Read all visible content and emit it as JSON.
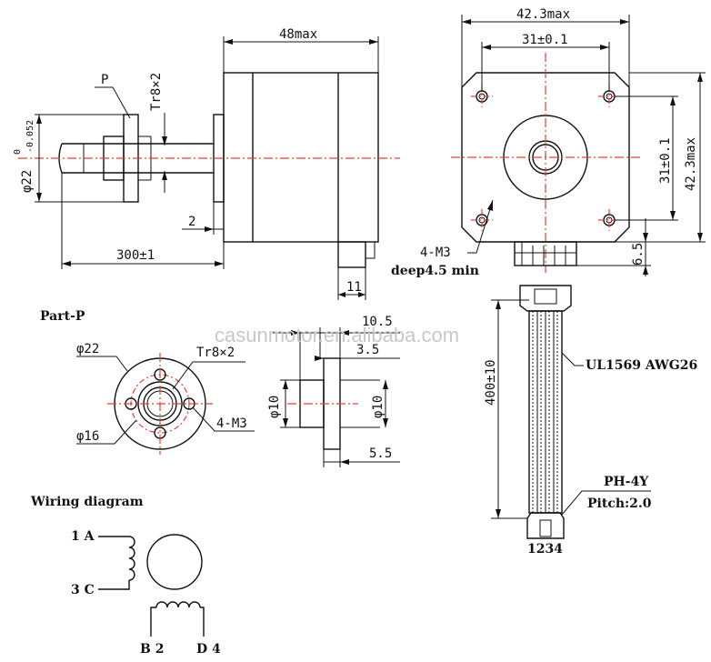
{
  "dimensions": {
    "length_48max": "48max",
    "tr8x2_vertical": "Tr8×2",
    "label_p": "P",
    "phi22_vertical": "φ22",
    "tol_0": "0",
    "tol_minus": "-0.052",
    "dim_2": "2",
    "dim_300": "300±1",
    "dim_11": "11",
    "width_42_3": "42.3max",
    "hole_31_h": "31±0.1",
    "hole_31_v": "31±0.1",
    "height_42_3": "42.3max",
    "dim_6_5": "6.5",
    "m3_label": "4-M3",
    "deep_label": "deep4.5 min"
  },
  "part_p": {
    "title": "Part-P",
    "phi22": "φ22",
    "tr8x2": "Tr8×2",
    "phi16": "φ16",
    "m3": "4-M3",
    "dim_10_5": "10.5",
    "dim_3_5": "3.5",
    "phi10_left": "φ10",
    "phi10_right": "φ10",
    "dim_5_5": "5.5"
  },
  "cable": {
    "ul_label": "UL1569 AWG26",
    "length": "400±10",
    "connector": "PH-4Y",
    "pitch": "Pitch:2.0",
    "pins": "1234"
  },
  "wiring": {
    "title": "Wiring diagram",
    "a": "1 A",
    "c": "3 C",
    "b": "B 2",
    "d": "D 4"
  },
  "watermark": "casunmotor.en.alibaba.com"
}
